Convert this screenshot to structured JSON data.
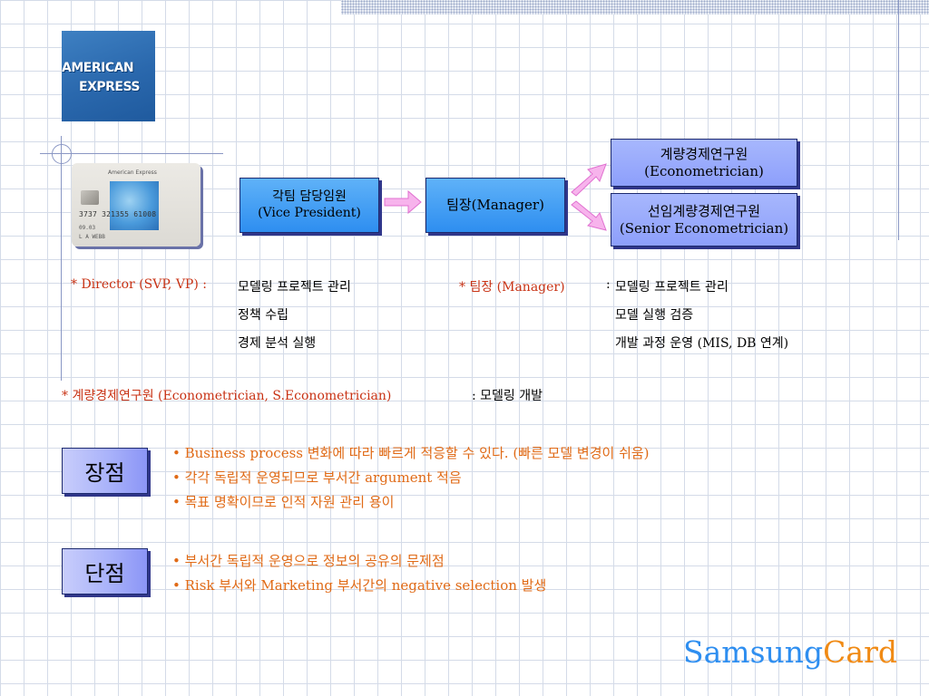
{
  "logo": {
    "line1": "AMERICAN",
    "line2": "EXPRESS"
  },
  "card": {
    "brand": "American Express",
    "number": "3737 321355 61008",
    "date": "09.03",
    "holder": "L A WEBB"
  },
  "org": {
    "vp_line1": "각팀 담당임원",
    "vp_line2": "(Vice President)",
    "manager": "팀장(Manager)",
    "econ_line1": "계량경제연구원",
    "econ_line2": "(Econometrician)",
    "senior_line1": "선임계량경제연구원",
    "senior_line2": "(Senior Econometrician)"
  },
  "roles": {
    "director_label": "* Director (SVP, VP) :",
    "director_items": [
      "모델링 프로젝트 관리",
      "정책 수립",
      "경제 분석 실행"
    ],
    "manager_label": "* 팀장 (Manager)",
    "manager_colon": ":",
    "manager_items": [
      "모델링 프로젝트 관리",
      "모델 실행 검증",
      "개발 과정 운영 (MIS, DB 연계)"
    ],
    "econ_label": "* 계량경제연구원 (Econometrician, S.Econometrician)",
    "econ_item": ": 모델링 개발"
  },
  "pros": {
    "label": "장점",
    "items": [
      "• Business process 변화에 따라 빠르게 적응할 수 있다. (빠른 모델 변경이 쉬움)",
      "• 각각 독립적 운영되므로 부서간 argument 적음",
      "• 목표 명확이므로 인적 자원 관리 용이"
    ]
  },
  "cons": {
    "label": "단점",
    "items": [
      "• 부서간 독립적 운영으로 정보의 공유의 문제점",
      "• Risk 부서와 Marketing 부서간의 negative selection 발생"
    ]
  },
  "brand": {
    "part1": "Samsung",
    "part2": "Card"
  },
  "colors": {
    "accent_blue": "#2e8ef0",
    "accent_orange": "#f08a14",
    "text_red": "#c83214",
    "text_orange": "#e06a16",
    "box_lavender": "#a7b7fd",
    "arrow_pink": "#f090e0"
  }
}
